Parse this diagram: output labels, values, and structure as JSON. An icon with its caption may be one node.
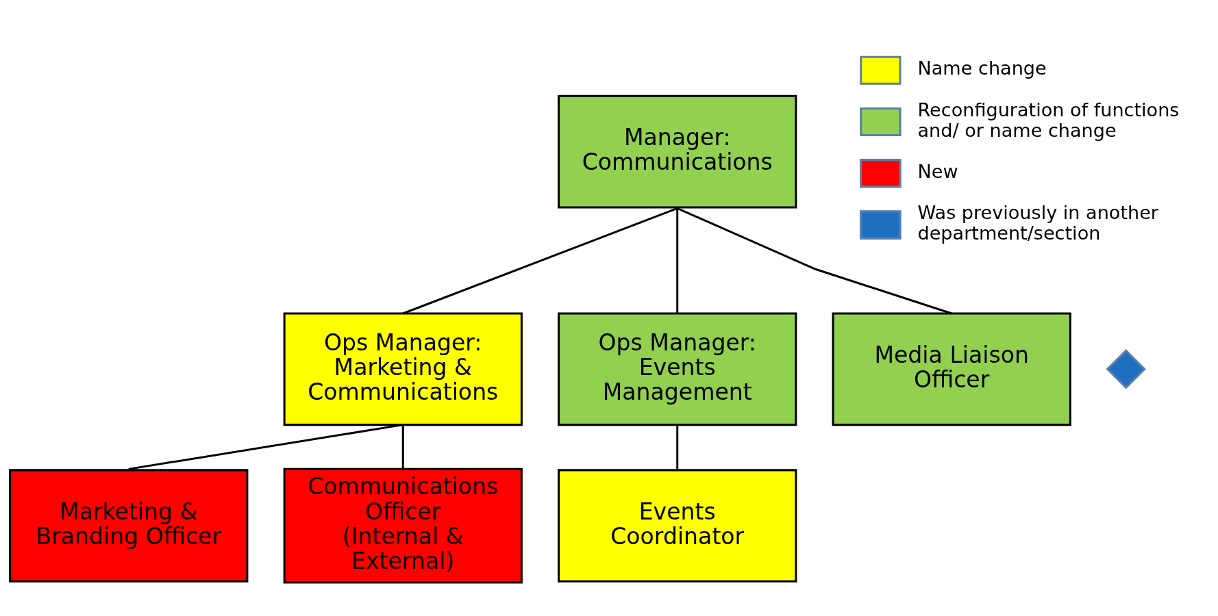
{
  "diagram": {
    "nodes": [
      {
        "text": [
          "Manager: Communications"
        ]
      },
      {
        "text": [
          "Ops Manager: Marketing & Communications"
        ]
      },
      {
        "text": [
          "Ops Manager: Events Management"
        ]
      },
      {
        "text": [
          "Media Liaison Officer"
        ]
      },
      {
        "text": [
          "Marketing & Branding Officer"
        ]
      },
      {
        "text": [
          "Communications Officer (Internal & External)"
        ]
      },
      {
        "text": [
          "Events Coordinator"
        ]
      },
      {
        "text": [],
        "shape": "diamond"
      }
    ],
    "edges": [
      {
        "from": 0,
        "to": 1,
        "arrow": "none"
      },
      {
        "from": 0,
        "to": 2,
        "arrow": "none"
      },
      {
        "from": 0,
        "to": 3,
        "arrow": "none"
      },
      {
        "from": 1,
        "to": 4,
        "arrow": "none"
      },
      {
        "from": 1,
        "to": 5,
        "arrow": "none"
      },
      {
        "from": 2,
        "to": 6,
        "arrow": "none"
      }
    ],
    "legend": [
      {
        "text": "Name change",
        "color": "#ffff00"
      },
      {
        "text": "Reconfiguration of functions and/ or name change",
        "color": "#92d050"
      },
      {
        "text": "New",
        "color": "#ff0000"
      },
      {
        "text": "Was previously in another department/section"
      }
    ]
  }
}
